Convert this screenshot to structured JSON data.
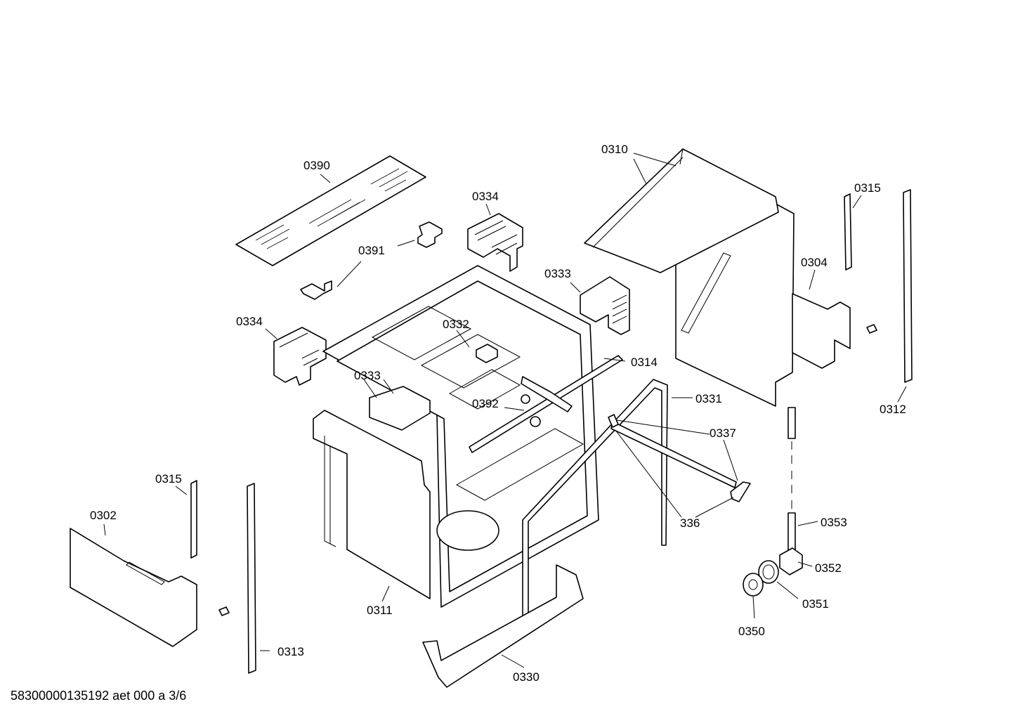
{
  "labels": {
    "l0390": "0390",
    "l0391": "0391",
    "l0334a": "0334",
    "l0334b": "0334",
    "l0333a": "0333",
    "l0333b": "0333",
    "l0332": "0332",
    "l0392": "0392",
    "l0310": "0310",
    "l0315a": "0315",
    "l0315b": "0315",
    "l0304": "0304",
    "l0312": "0312",
    "l0314": "0314",
    "l0331": "0331",
    "l0337": "0337",
    "l336": "336",
    "l0353": "0353",
    "l0352": "0352",
    "l0351": "0351",
    "l0350": "0350",
    "l0302": "0302",
    "l0311": "0311",
    "l0313": "0313",
    "l0330": "0330"
  },
  "footer": "58300000135192 aet 000 a 3/6"
}
